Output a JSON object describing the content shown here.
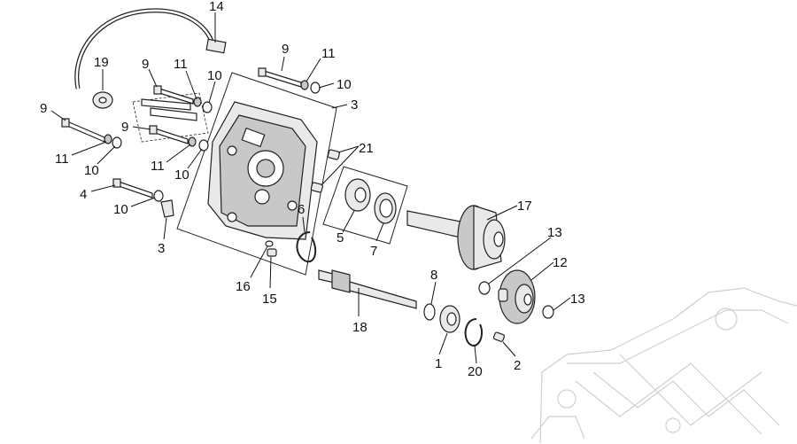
{
  "diagram": {
    "callouts": [
      "1",
      "2",
      "3",
      "4",
      "5",
      "6",
      "7",
      "8",
      "9",
      "9",
      "9",
      "9",
      "10",
      "10",
      "10",
      "10",
      "11",
      "11",
      "11",
      "11",
      "12",
      "13",
      "13",
      "14",
      "15",
      "16",
      "17",
      "18",
      "19",
      "20",
      "21"
    ]
  }
}
